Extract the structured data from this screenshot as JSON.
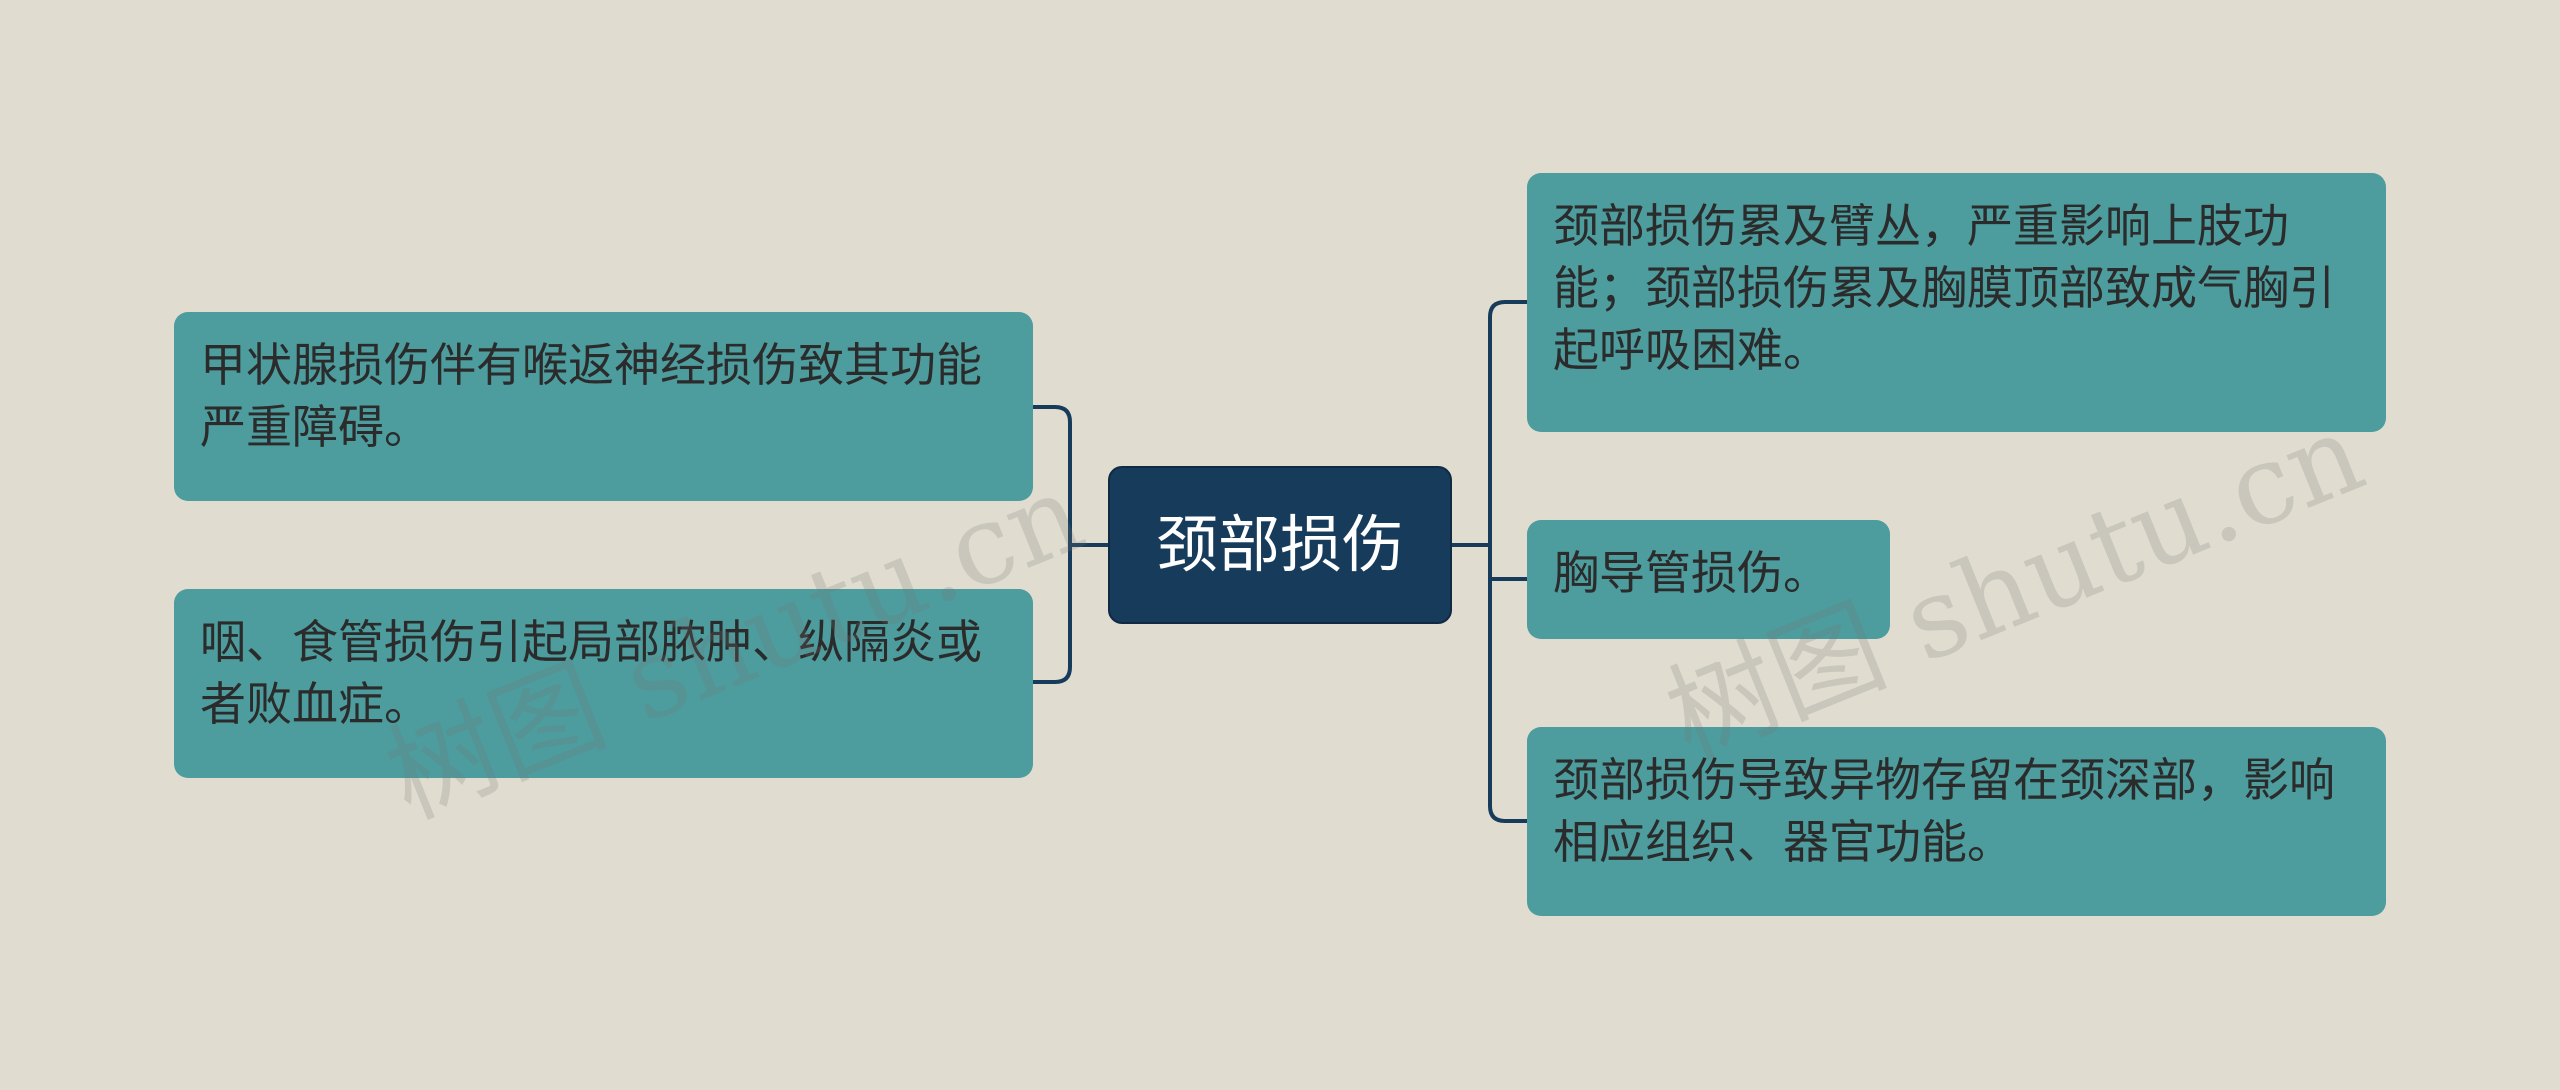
{
  "mindmap": {
    "center": "颈部损伤",
    "left_branches": [
      "甲状腺损伤伴有喉返神经损伤致其功能严重障碍。",
      "咽、食管损伤引起局部脓肿、纵隔炎或者败血症。"
    ],
    "right_branches": [
      "颈部损伤累及臂丛，严重影响上肢功能；颈部损伤累及胸膜顶部致成气胸引起呼吸困难。",
      "胸导管损伤。",
      "颈部损伤导致异物存留在颈深部，影响相应组织、器官功能。"
    ]
  },
  "watermarks": [
    "树图 shutu.cn",
    "树图 shutu.cn"
  ],
  "colors": {
    "background": "#e0ddd0",
    "center_fill": "#173b5b",
    "leaf_fill": "#4d9c9e",
    "connector": "#173b5b",
    "center_text": "#ffffff",
    "leaf_text": "#2b2b2b"
  }
}
